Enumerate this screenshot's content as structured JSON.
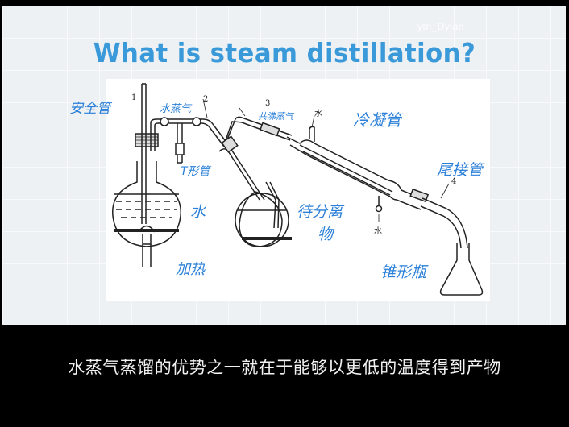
{
  "video": {
    "watermark": "ytn_Dylan",
    "subtitle": "水蒸气蒸馏的优势之一就在于能够以更低的温度得到产物"
  },
  "slide": {
    "title": "What is steam distillation?",
    "accent_color": "#3a9ad9",
    "annotation_color": "#2a7fd8",
    "diagram": {
      "printed_labels": {
        "n1": "1",
        "n2": "2",
        "n3": "3",
        "n4": "4",
        "water_out": "水",
        "water_in": "水"
      },
      "handwritten_annotations": {
        "safety_tube": "安全管",
        "steam": "水蒸气",
        "t_tube": "T形管",
        "water": "水",
        "heating": "加热",
        "azeotrope_vapor": "共沸蒸气",
        "condenser": "冷凝管",
        "mixture": "待分离",
        "mixture_2": "物",
        "adapter": "尾接管",
        "conical_flask": "锥形瓶"
      }
    }
  }
}
